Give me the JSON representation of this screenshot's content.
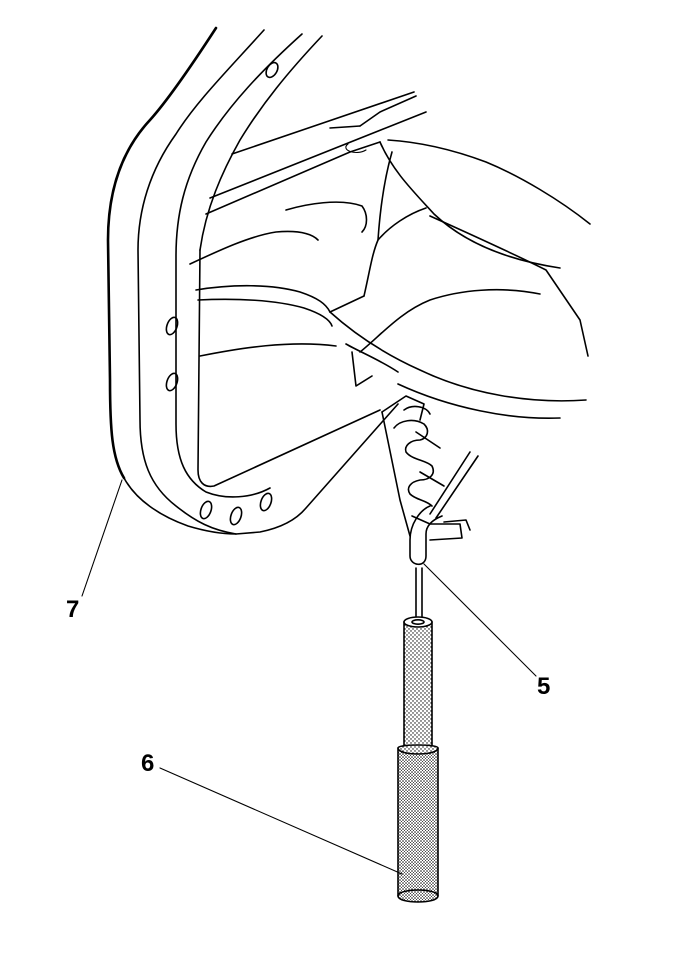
{
  "callouts": {
    "five": "5",
    "six": "6",
    "seven": "7"
  },
  "colors": {
    "line": "#000000",
    "background": "#ffffff"
  }
}
